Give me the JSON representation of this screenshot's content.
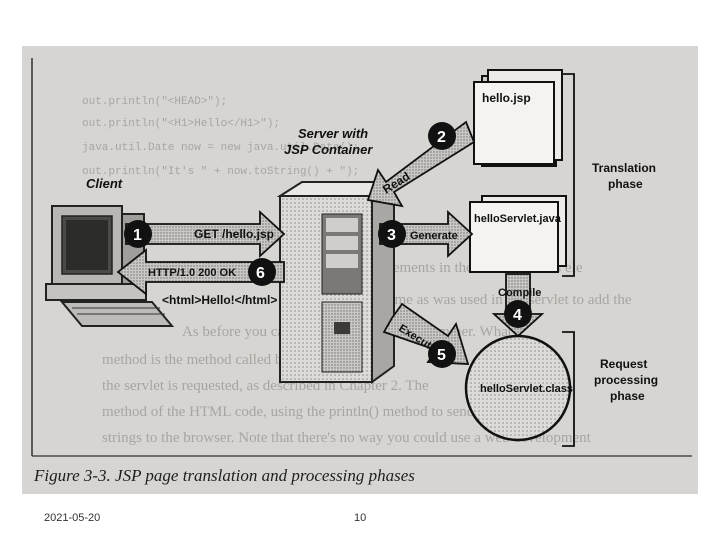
{
  "slide": {
    "date": "2021-05-20",
    "page_number": "10"
  },
  "figure": {
    "caption": "Figure 3-3. JSP page translation and processing phases",
    "client_label": "Client",
    "server_label_line1": "Server with",
    "server_label_line2": "JSP Container",
    "step1": "1",
    "step2": "2",
    "step3": "3",
    "step4": "4",
    "step5": "5",
    "step6": "6",
    "request_label": "GET /hello.jsp",
    "response_status": "HTTP/1.0 200 OK",
    "response_body": "<html>Hello!</html>",
    "read_label": "Read",
    "generate_label": "Generate",
    "compile_label": "Compile",
    "execute_label": "Execute",
    "file_jsp": "hello.jsp",
    "file_servlet_java": "helloServlet.java",
    "file_servlet_class": "helloServlet.class",
    "phase_translation_line1": "Translation",
    "phase_translation_line2": "phase",
    "phase_request_line1": "Request",
    "phase_request_line2": "processing",
    "phase_request_line3": "phase"
  }
}
